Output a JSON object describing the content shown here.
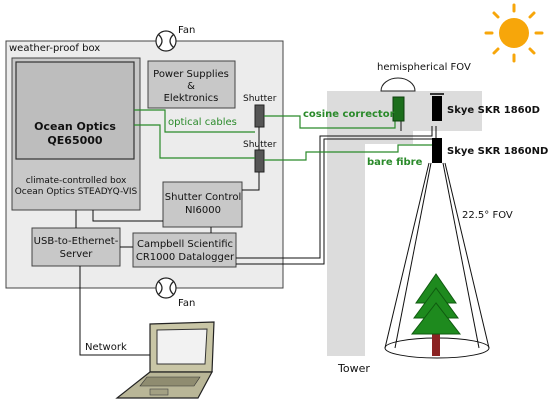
{
  "labels": {
    "weatherproof_box": "weather-proof box",
    "fan_top": "Fan",
    "fan_bottom": "Fan",
    "spectrometer_line1": "Ocean Optics",
    "spectrometer_line2": "QE65000",
    "climate_box_line1": "climate-controlled box",
    "climate_box_line2": "Ocean Optics STEADYQ-VIS",
    "power_line1": "Power Supplies",
    "power_line2": "&",
    "power_line3": "Elektronics",
    "shutter_1": "Shutter",
    "shutter_2": "Shutter",
    "optical_cables": "optical cables",
    "shutter_control_line1": "Shutter Control",
    "shutter_control_line2": "NI6000",
    "usb_line1": "USB-to-Ethernet-",
    "usb_line2": "Server",
    "datalogger_line1": "Campbell Scientific",
    "datalogger_line2": "CR1000 Datalogger",
    "network": "Network",
    "hemispherical_fov": "hemispherical FOV",
    "cosine_corrector": "cosine corrector",
    "bare_fibre": "bare fibre",
    "skye_upper": "Skye SKR 1860D",
    "skye_lower": "Skye SKR 1860ND",
    "fov": "22.5° FOV",
    "tower": "Tower"
  },
  "colors": {
    "box_fill": "#ececec",
    "component_fill": "#c8c8c8",
    "tower_fill": "#dcdcdc",
    "optical_green": "#2a8a2a",
    "sun": "#f7a60a",
    "tree_green": "#1e8a1e",
    "trunk": "#8b2323"
  }
}
